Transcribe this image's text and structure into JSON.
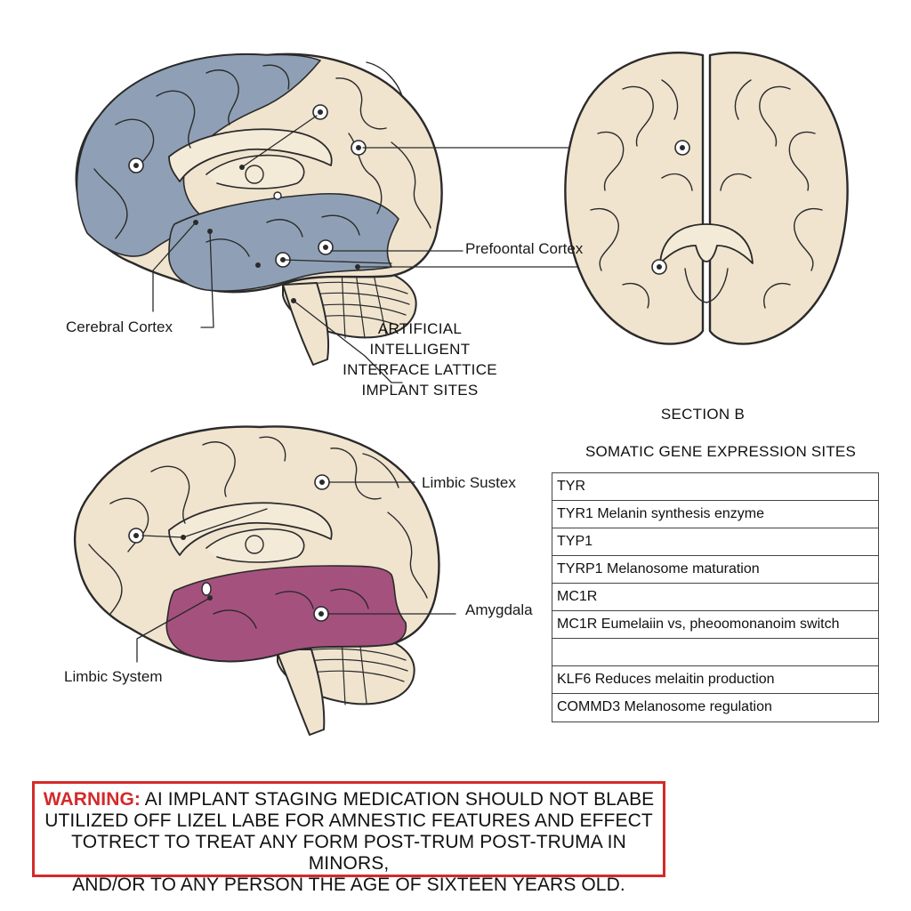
{
  "labels": {
    "prefrontal": "Prefoontal Cortex",
    "cerebral": "Cerebral Cortex",
    "callout": [
      "ARTIFICIAL",
      "INTELLIGENT",
      "INTERFACE LATTICE",
      "IMPLANT SITES"
    ],
    "limbic_sustex": "Limbic Sustex",
    "amygdala": "Amygdala",
    "limbic_system": "Limbic System"
  },
  "section_b": "SECTION B",
  "genes": {
    "title": "SOMATIC GENE EXPRESSION SITES",
    "rows": [
      "TYR",
      "TYR1  Melanin synthesis enzyme",
      "TYP1",
      "TYRP1 Melanosome maturation",
      "MC1R",
      "MC1R  Eumelaiin vs, pheoomonanoim switch",
      "",
      "KLF6  Reduces melaitin production",
      "COMMD3  Melanosome regulation"
    ]
  },
  "warning": {
    "prefix": "WARNING:",
    "line1": "AI IMPLANT STAGING MEDICATION SHOULD NOT BLABE",
    "line2": "UTILIZED OFF LIZEL LABE FOR AMNESTIC FEATURES AND EFFECT",
    "line3": "TOTRECT TO TREAT ANY FORM POST-TRUM POST-TRUMA IN MINORS,",
    "line4": "AND/OR TO ANY PERSON THE AGE OF SIXTEEN YEARS OLD."
  },
  "colors": {
    "tissue": "#f0e4cf",
    "outline": "#2a2a2a",
    "blue_region": "#8fa0b6",
    "purple_region": "#a5517e",
    "warning_red": "#d42a2a"
  }
}
